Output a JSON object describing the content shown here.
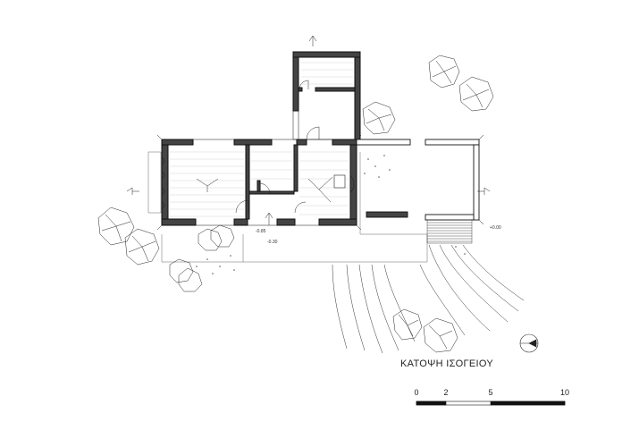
{
  "drawing": {
    "title": "ΚΑΤΟΨΗ ΙΣΟΓΕΙΟΥ",
    "scale_labels": [
      "0",
      "2",
      "5",
      "10"
    ],
    "level_marks": [
      "+0.00",
      "-0.30",
      "-0.85"
    ]
  }
}
